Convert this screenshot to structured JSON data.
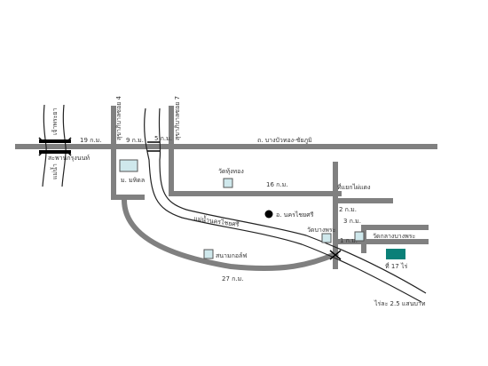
{
  "colors": {
    "road": "#808080",
    "river": "#222222",
    "landmark_fill": "#cfe8ec",
    "landmark_stroke": "#555555",
    "target_fill": "#0a8078",
    "bridge": "#000000",
    "text": "#333333"
  },
  "labels": {
    "chao_phraya": "เจ้าพระยา",
    "mae_nam": "แม่น้ำ",
    "saphan": "สะพานกรุงนนท์",
    "km_19": "19 ก.ม.",
    "km_9": "9 ก.ม.",
    "km_5": "5 ก.ม.",
    "soi_4": "สุขาภิบาลซอย 4",
    "soi_7": "สุขาภิบาลซอย 7",
    "main_road": "ถ. บางบัวทอง-ชัยภูมิ",
    "mahidol": "ม. มหิดล",
    "wat_thong": "วัดทุ้งทอง",
    "km_16": "16 ก.ม.",
    "market": "ที่แยกไผ่แดง",
    "river_name": "แม่น้ำนครไชยศรี",
    "ampho": "อ. นครไชยศรี",
    "km_2": "2 ก.ม.",
    "km_3": "3 ก.ม.",
    "wat_bang": "วัดบางพระ",
    "km_1": "1 ก.ม.",
    "wat_klang": "วัดกลางบางพระ",
    "site": "ที่ 17 ไร่",
    "sanam": "สนามกอล์ฟ",
    "km_27": "27 ก.ม.",
    "price": "ไร่ละ 2.5 แสนบาท"
  }
}
